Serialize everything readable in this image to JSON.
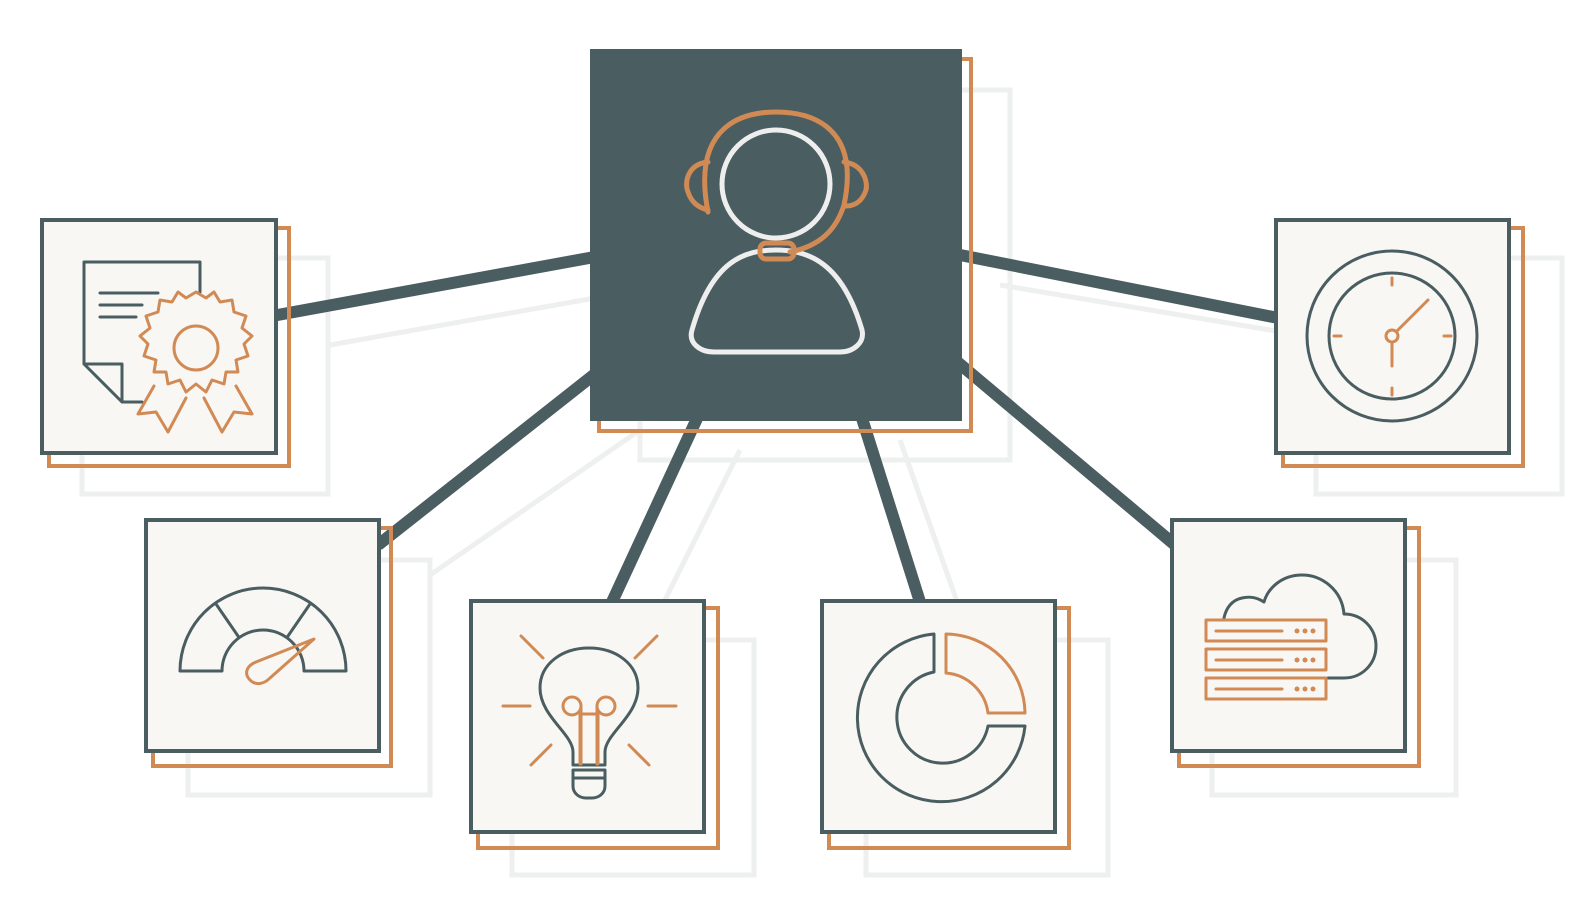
{
  "colors": {
    "dark": "#4a5d60",
    "orange": "#d28a55",
    "tile_fill": "#f8f7f4",
    "shadow": "#edf0ef",
    "hub_fill": "#4a5d60",
    "hub_stroke_light": "#eeeeee"
  },
  "hub": {
    "icon": "customer-support-headset-icon"
  },
  "nodes": [
    {
      "id": "certificate",
      "icon": "certificate-award-icon"
    },
    {
      "id": "performance",
      "icon": "speedometer-gauge-icon"
    },
    {
      "id": "innovation",
      "icon": "lightbulb-idea-icon"
    },
    {
      "id": "analytics",
      "icon": "donut-chart-icon"
    },
    {
      "id": "cloud",
      "icon": "cloud-server-icon"
    },
    {
      "id": "uptime",
      "icon": "clock-icon"
    }
  ]
}
